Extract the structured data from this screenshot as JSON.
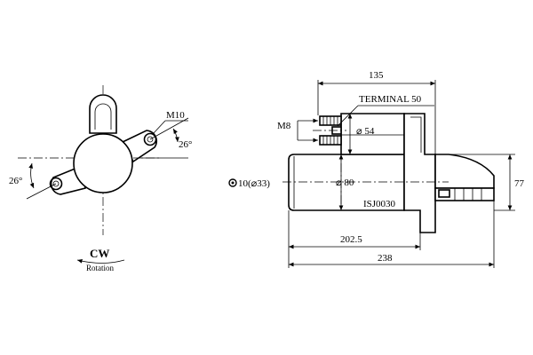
{
  "left_view": {
    "thread_label": "M10",
    "angle_right": "26°",
    "angle_left": "26°",
    "direction_label": "CW",
    "rotation_label": "Rotation"
  },
  "side_view": {
    "dim_top": "135",
    "terminal_label": "TERMINAL 50",
    "thread_label": "M8",
    "dia_terminal": "⌀ 54",
    "dia_body": "⌀ 80",
    "pinion_label": "10(⌀33)",
    "height_dim": "77",
    "part_code": "ISJ0030",
    "dim_mid": "202.5",
    "dim_total": "238"
  }
}
